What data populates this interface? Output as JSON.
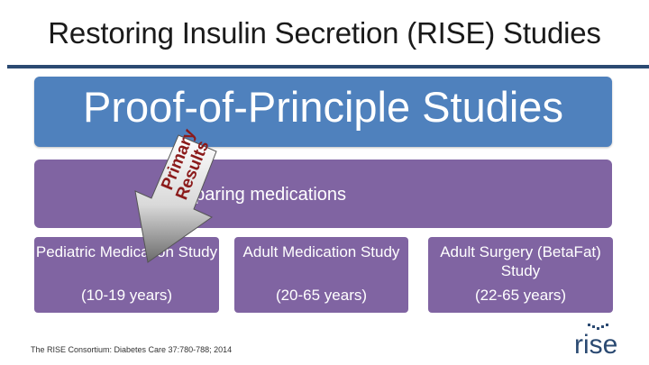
{
  "title": "Restoring Insulin Secretion (RISE) Studies",
  "proof_box": "Proof-of-Principle Studies",
  "comparing_box": "Comparing medications",
  "arrow_label_line1": "Primary",
  "arrow_label_line2": "Results",
  "studies": [
    {
      "name": "Pediatric Medication Study",
      "ages": "(10-19 years)"
    },
    {
      "name": "Adult Medication Study",
      "ages": "(20-65 years)"
    },
    {
      "name": "Adult Surgery (BetaFat) Study",
      "ages": "(22-65 years)"
    }
  ],
  "citation": "The RISE Consortium: Diabetes Care 37:780-788; 2014",
  "logo_text": "rise",
  "colors": {
    "blue_box": "#4f81bd",
    "purple_box": "#8064a2",
    "rule": "#2b4a72",
    "logo": "#2b4a72"
  }
}
